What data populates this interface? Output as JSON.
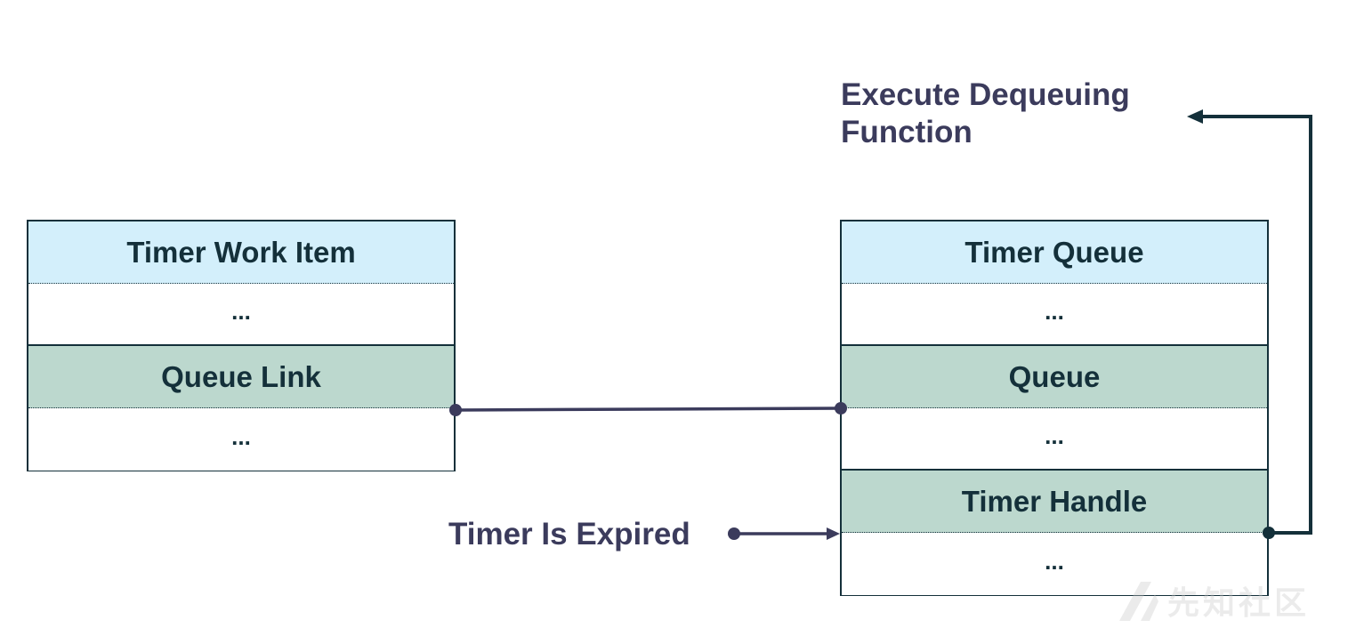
{
  "timer_work_item": {
    "title": "Timer Work Item",
    "rows": [
      "...",
      "Queue Link",
      "..."
    ]
  },
  "timer_queue": {
    "title": "Timer Queue",
    "rows": [
      "...",
      "Queue",
      "...",
      "Timer Handle",
      "..."
    ]
  },
  "labels": {
    "timer_expired": "Timer Is Expired",
    "execute_line1": "Execute Dequeuing",
    "execute_line2": "Function"
  },
  "watermark": {
    "text": "先知社区",
    "icon": "logo-slash-icon"
  },
  "colors": {
    "header_bg": "#d3effb",
    "field_bg": "#bcd8ce",
    "border": "#14303a",
    "label_text": "#3b3b5c",
    "link_line": "#3b3b5c",
    "arrow_line": "#14303a"
  }
}
